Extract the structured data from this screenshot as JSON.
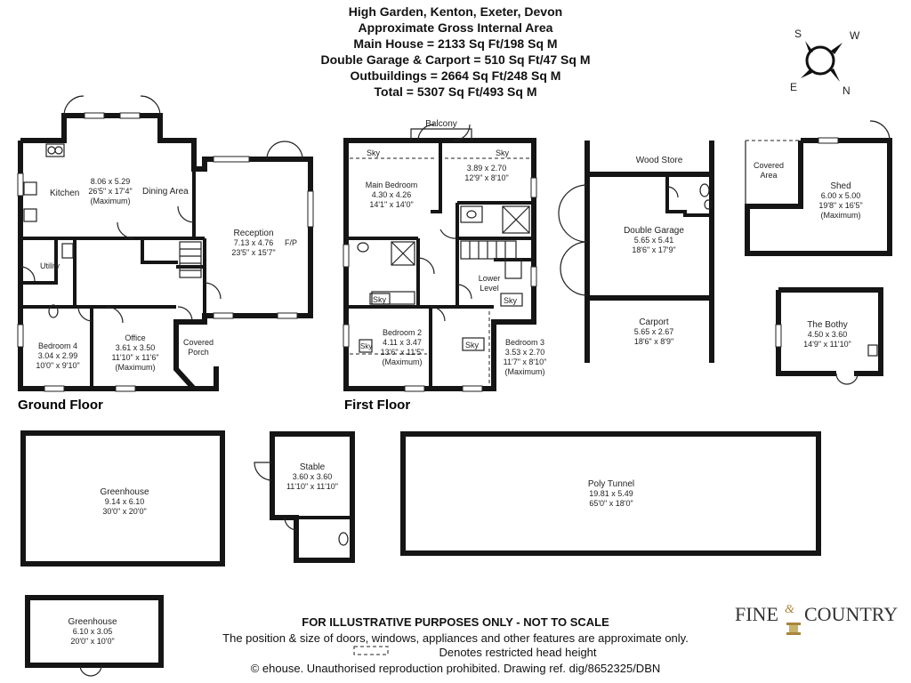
{
  "header": {
    "line1": "High Garden, Kenton, Exeter, Devon",
    "line2": "Approximate Gross Internal Area",
    "line3": "Main House = 2133 Sq Ft/198 Sq M",
    "line4": "Double Garage & Carport = 510 Sq Ft/47 Sq M",
    "line5": "Outbuildings = 2664 Sq Ft/248 Sq M",
    "line6": "Total = 5307 Sq Ft/493 Sq M"
  },
  "compass": {
    "s": "S",
    "w": "W",
    "e": "E",
    "n": "N"
  },
  "floors": {
    "ground": "Ground Floor",
    "first": "First Floor"
  },
  "rooms": {
    "kitchen": "Kitchen",
    "kitchen_dims": [
      "8.06 x 5.29",
      "26'5\" x 17'4\"",
      "(Maximum)"
    ],
    "dining": "Dining Area",
    "reception": "Reception",
    "reception_dims": [
      "7.13 x 4.76",
      "23'5\" x 15'7\""
    ],
    "fp": "F/P",
    "utility": "Utility",
    "bedroom4": "Bedroom 4",
    "bedroom4_dims": [
      "3.04 x 2.99",
      "10'0\" x 9'10\""
    ],
    "office": "Office",
    "office_dims": [
      "3.61 x 3.50",
      "11'10\" x 11'6\"",
      "(Maximum)"
    ],
    "porch": [
      "Covered",
      "Porch"
    ],
    "balcony": "Balcony",
    "main_bedroom": "Main Bedroom",
    "main_bedroom_dims": [
      "4.30 x 4.26",
      "14'1\" x 14'0\""
    ],
    "bed_small_dims": [
      "3.89 x 2.70",
      "12'9\" x 8'10\""
    ],
    "lower_level": [
      "Lower",
      "Level"
    ],
    "bedroom2": "Bedroom 2",
    "bedroom2_dims": [
      "4.11 x 3.47",
      "13'6\" x 11'5\"",
      "(Maximum)"
    ],
    "bedroom3": "Bedroom 3",
    "bedroom3_dims": [
      "3.53 x 2.70",
      "11'7\" x 8'10\"",
      "(Maximum)"
    ],
    "sky": "Sky",
    "wood_store": "Wood Store",
    "double_garage": "Double Garage",
    "double_garage_dims": [
      "5.65 x 5.41",
      "18'6\" x 17'9\""
    ],
    "carport": "Carport",
    "carport_dims": [
      "5.65 x 2.67",
      "18'6\" x 8'9\""
    ],
    "covered_area": [
      "Covered",
      "Area"
    ],
    "shed": "Shed",
    "shed_dims": [
      "6.00 x 5.00",
      "19'8\" x 16'5\"",
      "(Maximum)"
    ],
    "bothy": "The Bothy",
    "bothy_dims": [
      "4.50 x 3.60",
      "14'9\" x 11'10\""
    ],
    "greenhouse1": "Greenhouse",
    "greenhouse1_dims": [
      "9.14 x 6.10",
      "30'0\" x 20'0\""
    ],
    "stable": "Stable",
    "stable_dims": [
      "3.60 x 3.60",
      "11'10\" x 11'10\""
    ],
    "poly_tunnel": "Poly Tunnel",
    "poly_tunnel_dims": [
      "19.81 x 5.49",
      "65'0\" x 18'0\""
    ],
    "greenhouse2": "Greenhouse",
    "greenhouse2_dims": [
      "6.10 x 3.05",
      "20'0\" x 10'0\""
    ]
  },
  "footer": {
    "disclaimer": "FOR ILLUSTRATIVE PURPOSES ONLY - NOT TO SCALE",
    "note": "The position & size of doors, windows, appliances and other features are approximate only.",
    "legend": "Denotes restricted head height",
    "copyright": "© ehouse. Unauthorised reproduction prohibited. Drawing ref. dig/8652325/DBN"
  },
  "logo": {
    "text1": "FINE",
    "amp": "&",
    "text2": "COUNTRY"
  }
}
